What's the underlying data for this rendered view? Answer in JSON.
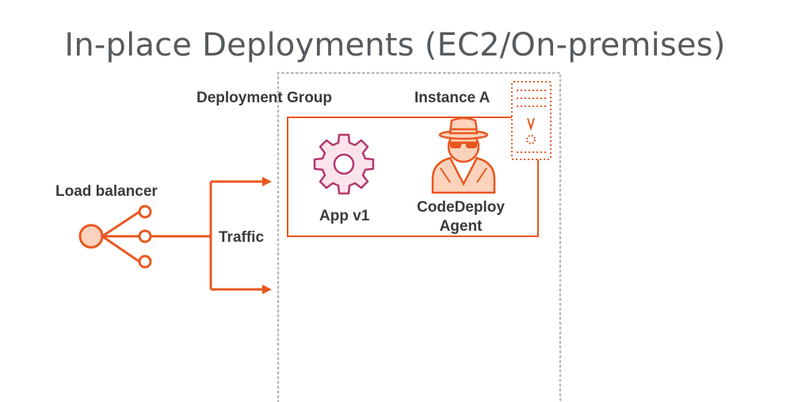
{
  "title": "In-place Deployments (EC2/On-premises)",
  "labels": {
    "deployment_group": "Deployment Group",
    "instance": "Instance A",
    "load_balancer": "Load balancer",
    "traffic": "Traffic",
    "app": "App v1",
    "agent_line1": "CodeDeploy",
    "agent_line2": "Agent"
  },
  "icons": {
    "load_balancer": "load-balancer-icon",
    "app": "gear-icon",
    "agent": "spy-agent-icon",
    "server": "server-icon"
  },
  "colors": {
    "accent": "#e8571f",
    "gear": "#b0386b",
    "text": "#3a3a3a",
    "title": "#555a5e",
    "dotted": "#b8b8b8"
  }
}
